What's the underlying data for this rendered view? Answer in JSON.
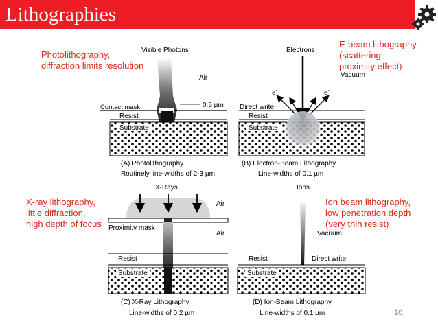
{
  "slide": {
    "title": "Lithographies",
    "page_number": "10",
    "icon": "gears-icon",
    "accent_color": "#ee1c24",
    "note_color": "#d9281a"
  },
  "notes": {
    "photo": [
      "Photolithography,",
      "diffraction limits resolution"
    ],
    "ebeam": [
      "E-beam lithography",
      "(scattering,",
      "proximity effect)"
    ],
    "xray": [
      "X-ray lithography,",
      "little diffraction,",
      "high depth of focus"
    ],
    "ion": [
      "Ion beam lithography,",
      "low penetration depth",
      "(very thin resist)"
    ]
  },
  "panels": {
    "a": {
      "source": "Visible Photons",
      "medium": "Air",
      "dimension": "0.5 µm",
      "mask": "Contact mask",
      "resist": "Resist",
      "substrate": "Substrate",
      "caption": "(A) Photolithography",
      "linewidth": "Routinely line-widths of 2-3 µm"
    },
    "b": {
      "source": "Electrons",
      "medium": "Vacuum",
      "electron_left": "e",
      "electron_right": "e",
      "charge": "-",
      "mode": "Direct write",
      "resist": "Resist",
      "substrate": "Substrate",
      "caption": "(B) Electron-Beam Lithography",
      "linewidth": "Line-widths of 0.1 µm"
    },
    "c": {
      "source": "X-Rays",
      "medium_top": "Air",
      "medium_bottom": "Air",
      "mask": "Proximity mask",
      "resist": "Resist",
      "substrate": "Substrate",
      "caption": "(C) X-Ray Lithography",
      "linewidth": "Line-widths of 0.2 µm"
    },
    "d": {
      "source": "Ions",
      "medium": "Vacuum",
      "resist": "Resist",
      "mode": "Direct write",
      "substrate": "Substrate",
      "caption": "(D) Ion-Beam Lithography",
      "linewidth": "Line-widths of 0.1 µm"
    }
  }
}
